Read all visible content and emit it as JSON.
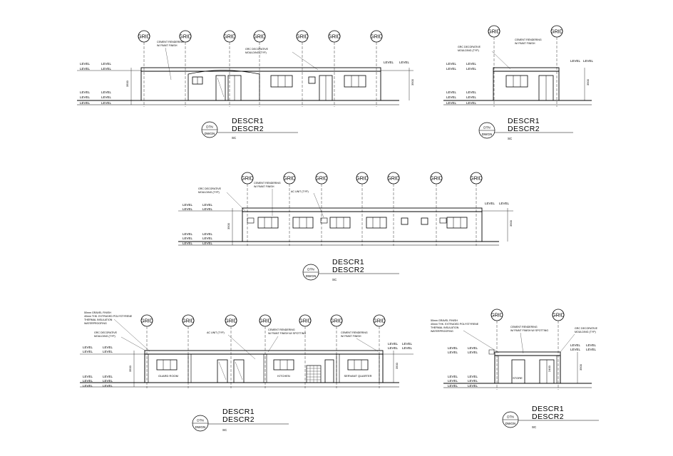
{
  "labels": {
    "grid": "GRID",
    "level": "LEVEL",
    "tag_top": "DTN",
    "tag_bottom": "DWGN",
    "title_line1": "DESCR1",
    "title_line2": "DESCR2",
    "scale": "SC"
  },
  "notes": {
    "cement_rendering_1": "CEMENT RENDERING",
    "cement_rendering_2": "W/ PAINT FINISH",
    "cement_rendering_2b": "W/ PAINT FINISH W/ SPOTTING",
    "grc_moulding_1": "GRC DECORATIVE",
    "grc_moulding_2": "MOULDING (TYP)",
    "ac_unit": "AC UNIT (TYP)",
    "gravel_finish": "50mm GRAVEL FINISH",
    "polystyrene_1": "40mm THK. EXTRUDED POLYSTYRENE",
    "polystyrene_2": "THERMAL INSULATION",
    "waterproofing": "WATERPROOFING"
  },
  "rooms": {
    "guard_room": "GUARD ROOM",
    "kitchen": "KITCHEN",
    "servant_quarter": "SERVANT QUARTER",
    "store": "STORE"
  },
  "dims": {
    "height_a": "3500",
    "height_b": "2400",
    "small": "600"
  }
}
